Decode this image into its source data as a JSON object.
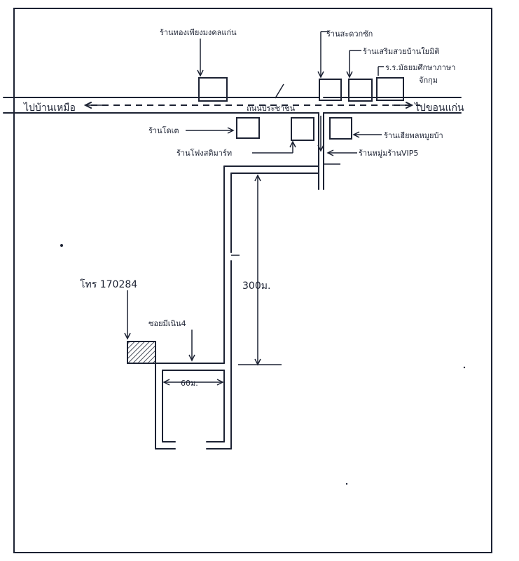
{
  "main_road": {
    "left_destination": "ไปบ้านเหมือ",
    "right_destination": "ไปขอนแก่น",
    "road_name": "ถนนประชาชน"
  },
  "places": {
    "top_left_shop": "ร้านทองเพียงมงคลแก่น",
    "top_shop_1": "ร้านสะดวกซัก",
    "top_shop_2": "ร้านเสริมสวยบ้านใยมิติ",
    "top_shop_3_line1": "ร.ร.มัธยมศึกษาภาษา",
    "top_shop_3_line2": "จักกุม",
    "bottom_shop_left": "ร้านโดเต",
    "bottom_shop_right": "ร้านเฮียพลหมูยบ้า",
    "bottom_shop_lower": "ร้านโฟงสติมาร์ท",
    "corner_shop": "ร้านหมู่มร้านVIP5"
  },
  "route": {
    "distance_label": "300ม.",
    "alley_label": "ซอยมีเนิน4",
    "short_distance_label": "60ม.",
    "phone_label": "โทร 170284"
  },
  "colors": {
    "ink": "#1c2233",
    "paper": "#ffffff"
  }
}
